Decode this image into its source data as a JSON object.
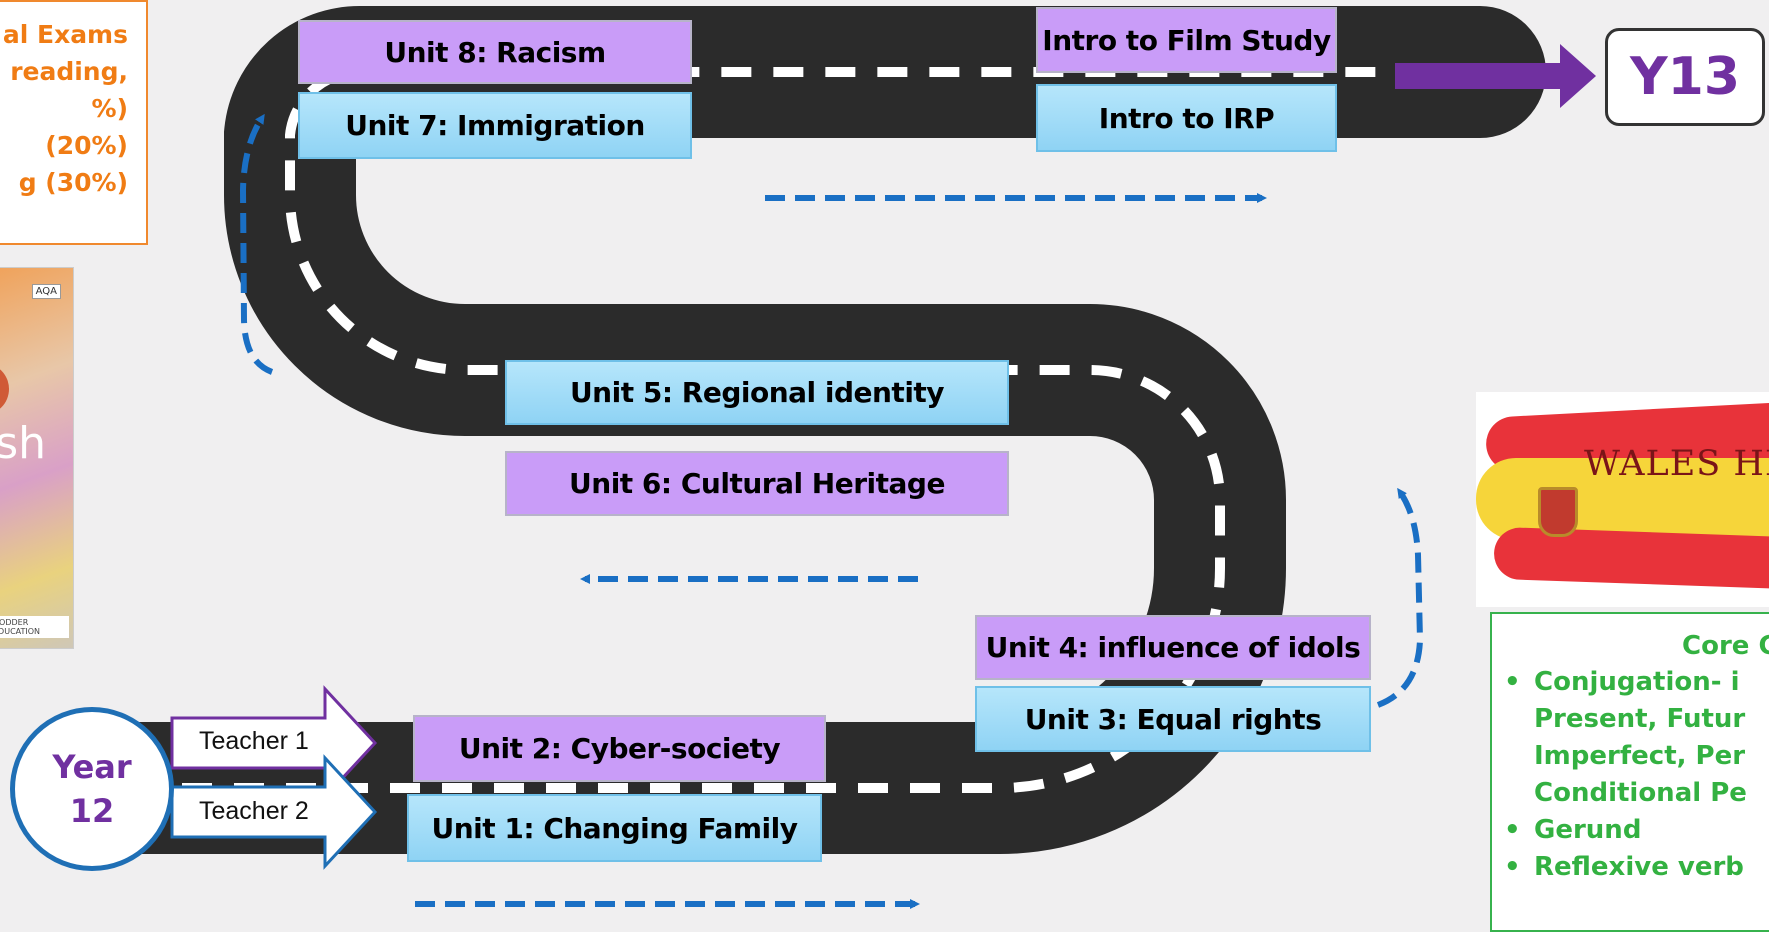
{
  "exams": {
    "lines": [
      "al Exams",
      "reading,",
      "%)",
      "(20%)",
      "g (30%)"
    ]
  },
  "textbook": {
    "badge": "AQA",
    "title_fragment": "ish",
    "publisher": "HODDER EDUCATION"
  },
  "year12": {
    "line1": "Year",
    "line2": "12"
  },
  "y13": {
    "label": "Y13"
  },
  "teachers": {
    "t1": "Teacher 1",
    "t2": "Teacher 2"
  },
  "units": {
    "u1": "Unit 1: Changing Family",
    "u2": "Unit 2: Cyber-society",
    "u3": "Unit 3: Equal rights",
    "u4": "Unit 4: influence of idols",
    "u5": "Unit 5: Regional identity",
    "u6": "Unit 6: Cultural Heritage",
    "u7": "Unit 7: Immigration",
    "u8": "Unit 8: Racism",
    "film": "Intro to Film Study",
    "irp": "Intro to IRP"
  },
  "banner": {
    "text": "WALES HIGH S"
  },
  "core": {
    "title": "Core G",
    "items": [
      {
        "text": "Conjugation- i",
        "bullet": true
      },
      {
        "text": "Present, Futur",
        "bullet": false
      },
      {
        "text": "Imperfect, Per",
        "bullet": false
      },
      {
        "text": "Conditional Pe",
        "bullet": false
      },
      {
        "text": "Gerund",
        "bullet": true
      },
      {
        "text": "Reflexive verb",
        "bullet": true
      }
    ]
  },
  "colors": {
    "teacher1": "#7030a0",
    "teacher2": "#1f6fb5",
    "road": "#2b2b2b",
    "dashed_arrow": "#1a6fc4",
    "purple_box": "#c99cf8",
    "blue_box": "#a3dcf7",
    "exams_text": "#f07c14",
    "core_text": "#33b141"
  }
}
